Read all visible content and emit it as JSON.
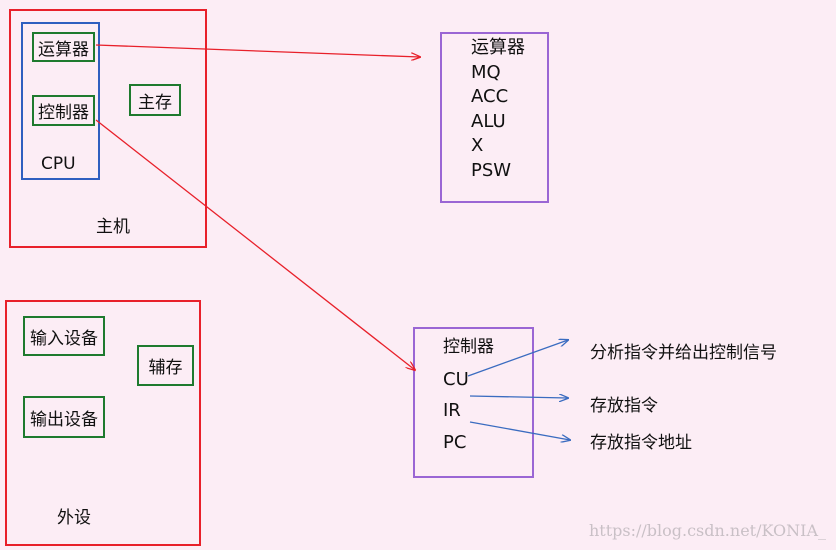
{
  "host": {
    "label": "主机",
    "cpu": {
      "label": "CPU",
      "alu_box": "运算器",
      "control_box": "控制器"
    },
    "memory": "主存"
  },
  "peripherals": {
    "label": "外设",
    "input": "输入设备",
    "output": "输出设备",
    "aux_storage": "辅存"
  },
  "alu_detail": {
    "title": "运算器",
    "items": [
      "MQ",
      "ACC",
      "ALU",
      "X",
      "PSW"
    ]
  },
  "control_detail": {
    "title": "控制器",
    "items": [
      "CU",
      "IR",
      "PC"
    ],
    "notes": [
      "分析指令并给出控制信号",
      "存放指令",
      "存放指令地址"
    ]
  },
  "watermark": "https://blog.csdn.net/KONIA_",
  "colors": {
    "host_border": "#e8202a",
    "cpu_border": "#2f5fc0",
    "component_border": "#1e7a2e",
    "detail_border": "#9a66d4",
    "red_arrow": "#e8202a",
    "blue_arrow": "#3a6cc0"
  }
}
